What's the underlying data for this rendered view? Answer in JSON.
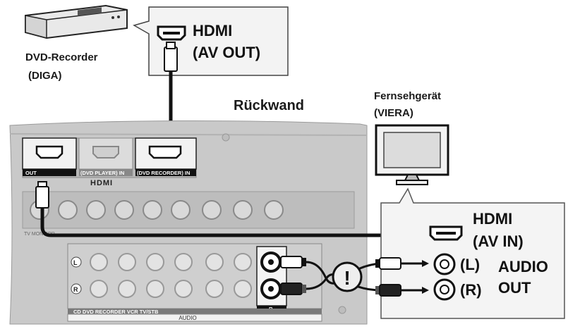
{
  "source_device": {
    "name": "DVD-Recorder",
    "model": "(DIGA)",
    "connector_label_line1": "HDMI",
    "connector_label_line2": "(AV OUT)"
  },
  "rear_panel": {
    "title": "Rückwand",
    "hdmi_logo": "HDMI",
    "ports": [
      "OUT",
      "(DVD PLAYER) IN",
      "(DVD RECORDER) IN"
    ],
    "audio_label": "AUDIO",
    "tv_monitor_label": "TV MONITOR",
    "bottom_inputs": "CD  DVD  RECORDER  VCR  TV/STB",
    "r_label": "R"
  },
  "tv": {
    "name": "Fernsehgerät",
    "model": "(VIERA)",
    "hdmi_label_line1": "HDMI",
    "hdmi_label_line2": "(AV IN)",
    "left_label": "(L)",
    "right_label": "(R)",
    "audio_label_line1": "AUDIO",
    "audio_label_line2": "OUT"
  },
  "warning_symbol": "!",
  "colors": {
    "panel": "#c9c9c9",
    "panel_dark": "#b3b3b3",
    "port_bg": "#e8e8e8",
    "cable": "#111111",
    "white_plug": "#f4f4f4",
    "red_plug": "#222222"
  }
}
